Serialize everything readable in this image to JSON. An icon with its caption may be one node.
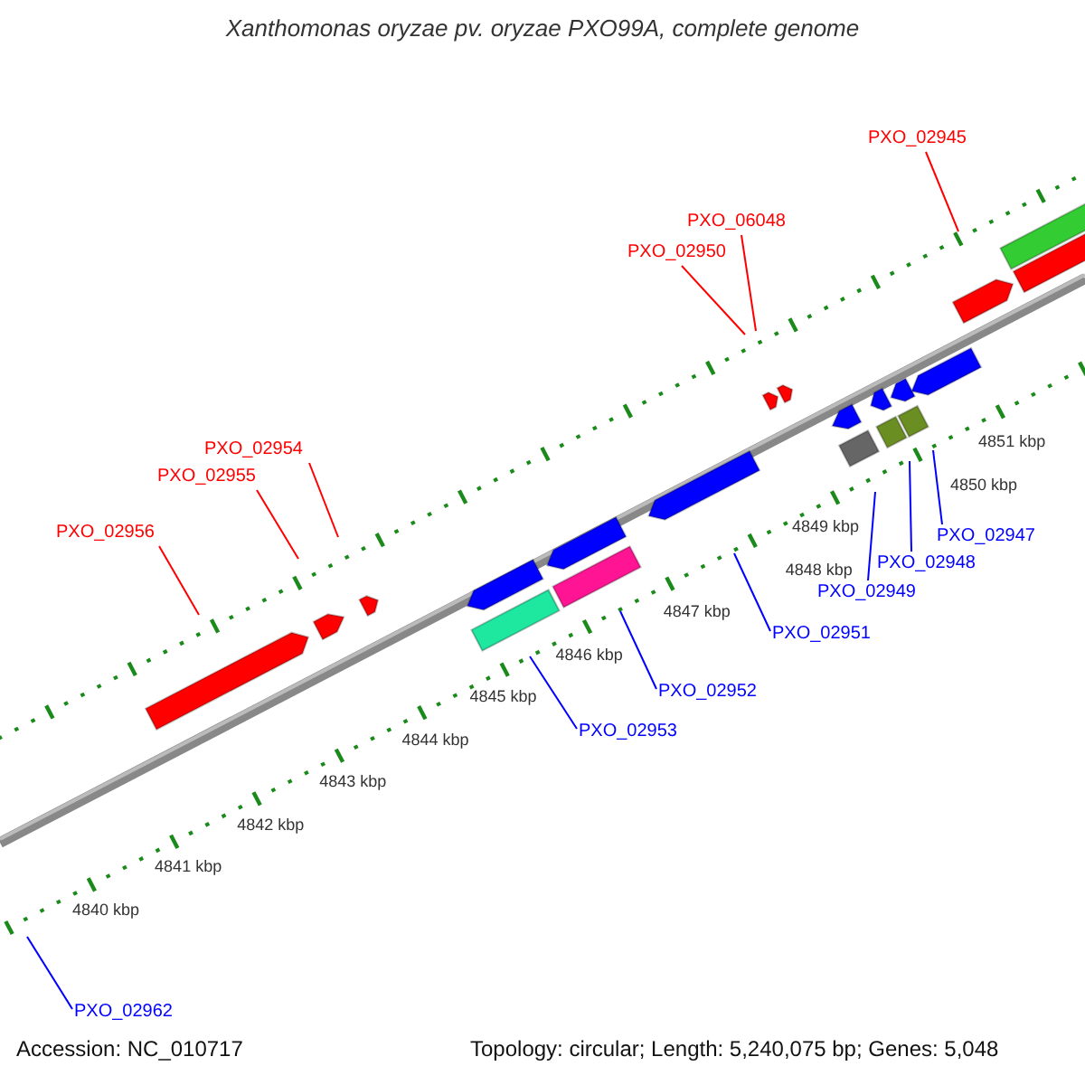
{
  "diagram": {
    "title": "Xanthomonas oryzae pv. oryzae PXO99A, complete genome",
    "nodes": [
      {
        "text": [
          "PXO_02945"
        ]
      },
      {
        "text": [
          "PXO_06048"
        ]
      },
      {
        "text": [
          "PXO_02950"
        ]
      },
      {
        "text": [
          "PXO_02954"
        ]
      },
      {
        "text": [
          "PXO_02955"
        ]
      },
      {
        "text": [
          "PXO_02956"
        ]
      },
      {
        "text": [
          "PXO_02947"
        ]
      },
      {
        "text": [
          "PXO_02948"
        ]
      },
      {
        "text": [
          "PXO_02949"
        ]
      },
      {
        "text": [
          "PXO_02951"
        ]
      },
      {
        "text": [
          "PXO_02952"
        ]
      },
      {
        "text": [
          "PXO_02953"
        ]
      },
      {
        "text": [
          "PXO_02962"
        ]
      }
    ],
    "edges": [
      {
        "from": 0,
        "to": null,
        "arrow": "none",
        "color": "#ff0000"
      },
      {
        "from": 1,
        "to": null,
        "arrow": "none",
        "color": "#ff0000"
      },
      {
        "from": 2,
        "to": null,
        "arrow": "none",
        "color": "#ff0000"
      },
      {
        "from": 3,
        "to": null,
        "arrow": "none",
        "color": "#ff0000"
      },
      {
        "from": 4,
        "to": null,
        "arrow": "none",
        "color": "#ff0000"
      },
      {
        "from": 5,
        "to": null,
        "arrow": "none",
        "color": "#ff0000"
      },
      {
        "from": 6,
        "to": null,
        "arrow": "none"
      },
      {
        "from": 7,
        "to": null,
        "arrow": "none"
      },
      {
        "from": 8,
        "to": null,
        "arrow": "none"
      },
      {
        "from": 9,
        "to": null,
        "arrow": "none"
      },
      {
        "from": 10,
        "to": null,
        "arrow": "none"
      },
      {
        "from": 11,
        "to": null,
        "arrow": "none"
      },
      {
        "from": 12,
        "to": null,
        "arrow": "none"
      }
    ],
    "labels": [
      "4851 kbp",
      "4850 kbp",
      "4849 kbp",
      "4848 kbp",
      "4847 kbp",
      "4846 kbp",
      "4845 kbp",
      "4844 kbp",
      "4843 kbp",
      "4842 kbp",
      "4841 kbp",
      "4840 kbp",
      "Accession: NC_010717",
      "Topology: circular; Length: 5,240,075 bp; Genes: 5,048"
    ]
  }
}
